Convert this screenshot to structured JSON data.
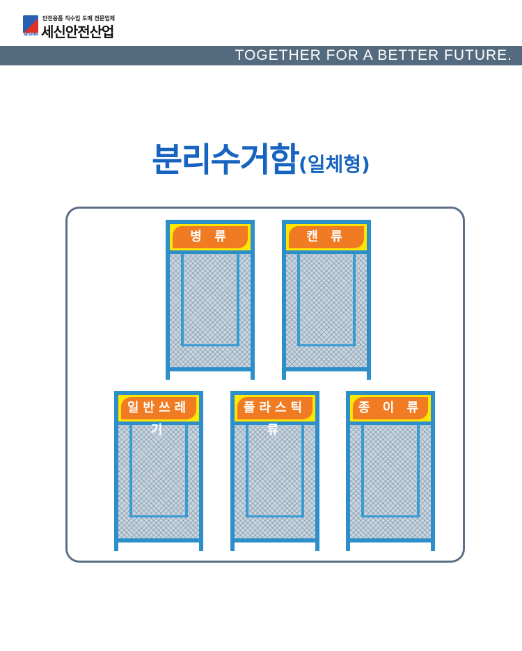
{
  "logo": {
    "tagline": "안전용품 직수입 도매 전문업체",
    "name": "세신안전산업",
    "mark_text": "SESHIN"
  },
  "banner": {
    "slogan": "TOGETHER FOR A BETTER FUTURE."
  },
  "title": {
    "main": "분리수거함",
    "sub": "(일체형)"
  },
  "bins": [
    {
      "label": "병 류"
    },
    {
      "label": "캔 류"
    },
    {
      "label": "일반쓰레기"
    },
    {
      "label": "플라스틱류"
    },
    {
      "label": "종 이 류"
    }
  ],
  "colors": {
    "frame": "#2d8fca",
    "sign": "#f07b23",
    "title": "#1763c0",
    "banner": "#546a7e"
  }
}
